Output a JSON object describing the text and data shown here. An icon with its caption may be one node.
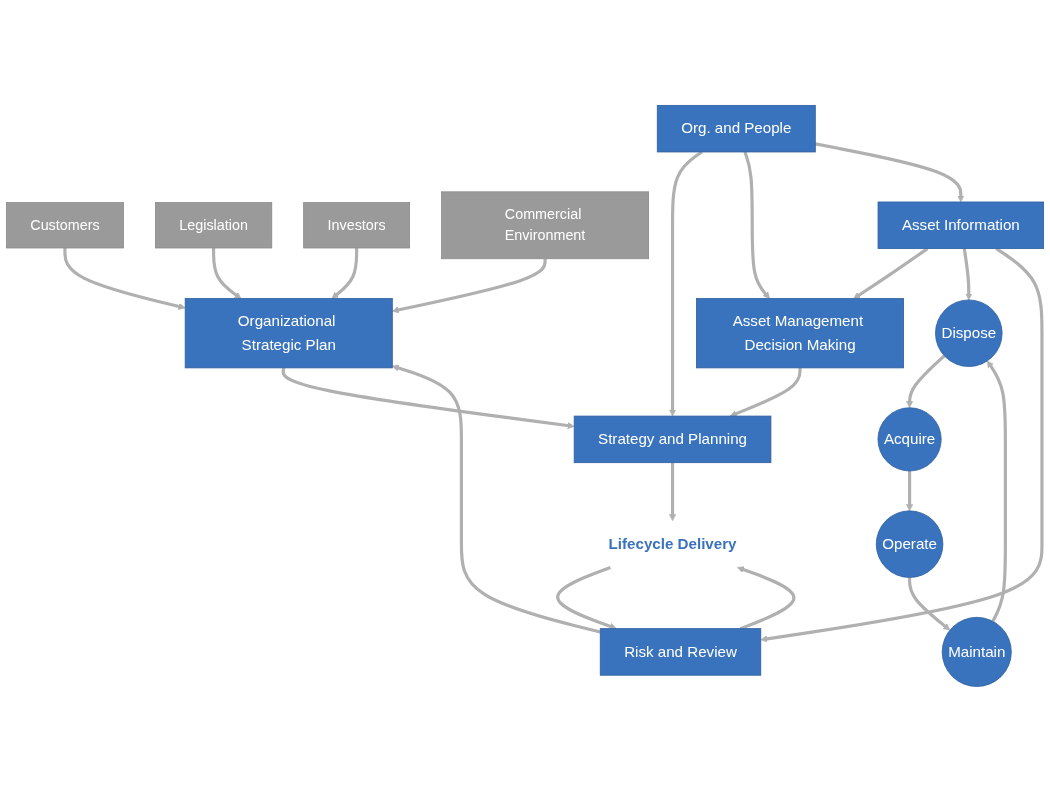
{
  "diagram": {
    "nodes": [
      {
        "text": [
          "Customers"
        ]
      },
      {
        "text": [
          "Legislation"
        ]
      },
      {
        "text": [
          "Investors"
        ]
      },
      {
        "text": [
          "Commercial Environment"
        ]
      },
      {
        "text": [
          "Organizational Strategic Plan"
        ]
      },
      {
        "text": [
          "Org. and People"
        ]
      },
      {
        "text": [
          "Strategy and Planning"
        ]
      },
      {
        "text": [
          "Operate"
        ]
      },
      {
        "text": [
          "Acquire"
        ]
      },
      {
        "text": [
          "Lifecycle Delivery"
        ]
      },
      {
        "text": [
          "Maintain"
        ]
      },
      {
        "text": [
          "Risk and Review"
        ]
      },
      {
        "text": [
          "Asset Management Decision Making"
        ]
      },
      {
        "text": [
          "Dispose"
        ]
      },
      {
        "text": [
          "Asset Information"
        ]
      }
    ],
    "edges": [
      {
        "from": 0,
        "to": 4,
        "arrow": "to"
      },
      {
        "from": 1,
        "to": 4,
        "arrow": "to"
      },
      {
        "from": 2,
        "to": 4,
        "arrow": "to"
      },
      {
        "from": 3,
        "to": 4,
        "arrow": "to"
      },
      {
        "from": 4,
        "to": 6,
        "arrow": "to"
      },
      {
        "from": 5,
        "to": 6,
        "arrow": "to"
      },
      {
        "from": 5,
        "to": 12,
        "arrow": "to"
      },
      {
        "from": 5,
        "to": 14,
        "arrow": "to"
      },
      {
        "from": 6,
        "to": 9,
        "arrow": "to"
      },
      {
        "from": 11,
        "to": 9,
        "arrow": "to"
      },
      {
        "from": 9,
        "to": 11,
        "arrow": "to"
      },
      {
        "from": 12,
        "to": 6,
        "arrow": "to"
      },
      {
        "from": 14,
        "to": 12,
        "arrow": "to"
      },
      {
        "from": 14,
        "to": 13,
        "arrow": "to"
      },
      {
        "from": 14,
        "to": 11,
        "arrow": "to"
      },
      {
        "from": 11,
        "to": 4,
        "arrow": "to"
      },
      {
        "from": 8,
        "to": 7,
        "arrow": "to"
      },
      {
        "from": 7,
        "to": 10,
        "arrow": "to"
      },
      {
        "from": 10,
        "to": 13,
        "arrow": "to"
      },
      {
        "from": 13,
        "to": 8,
        "arrow": "to"
      }
    ]
  }
}
